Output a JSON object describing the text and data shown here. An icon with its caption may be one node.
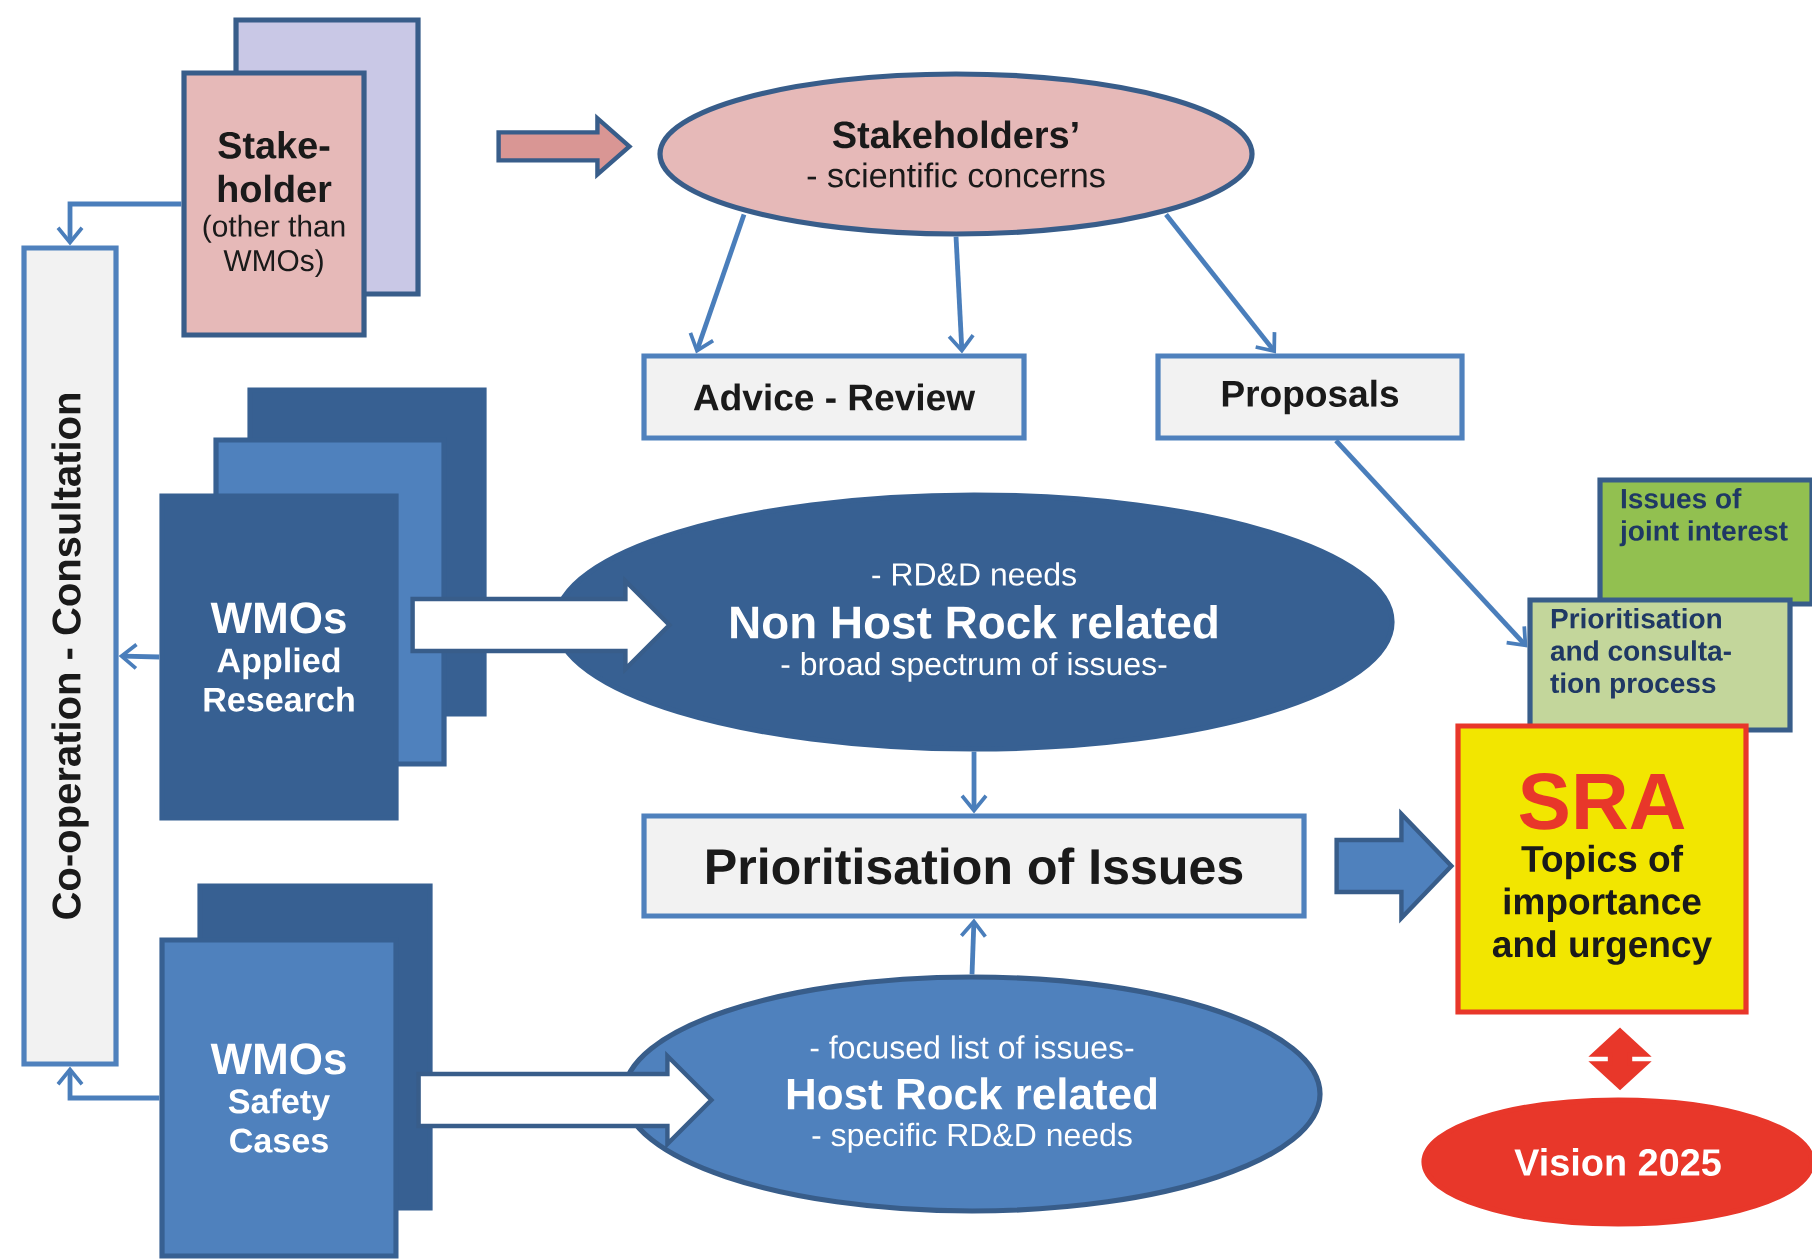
{
  "diagram": {
    "nodes": [
      {
        "text": [
          "Stake- holder",
          "(other than WMOs)"
        ]
      },
      {
        "text": [
          "Stakeholders’",
          "- scientific concerns"
        ]
      },
      {
        "text": [
          "Advice - Review"
        ]
      },
      {
        "text": [
          "Proposals"
        ]
      },
      {
        "text": [
          "Co-operation - Consultation"
        ]
      },
      {
        "text": [
          "WMOs",
          "Applied Research"
        ]
      },
      {
        "text": [
          "- RD&D needs",
          "Non Host Rock related",
          "- broad spectrum of issues-"
        ]
      },
      {
        "text": [
          "Prioritisation of Issues"
        ]
      },
      {
        "text": [
          "WMOs",
          "Safety Cases"
        ]
      },
      {
        "text": [
          "- focused list of issues-",
          "Host Rock related",
          "- specific RD&D needs"
        ]
      },
      {
        "text": [
          "Issues of joint interest"
        ]
      },
      {
        "text": [
          "Prioritisation and consulta- tion process"
        ]
      },
      {
        "text": [
          "SRA",
          "Topics of importance and urgency"
        ]
      },
      {
        "text": [
          "Vision 2025"
        ]
      }
    ],
    "edges": [
      {
        "from": 0,
        "to": 1,
        "arrow": "to",
        "style": "thick",
        "color": "#d99694"
      },
      {
        "from": 0,
        "to": 4,
        "arrow": "to"
      },
      {
        "from": 1,
        "to": 2,
        "arrow": "to"
      },
      {
        "from": 1,
        "to": 2,
        "arrow": "to"
      },
      {
        "from": 1,
        "to": 3,
        "arrow": "to"
      },
      {
        "from": 3,
        "to": 11,
        "arrow": "to"
      },
      {
        "from": 5,
        "to": 4,
        "arrow": "to"
      },
      {
        "from": 5,
        "to": 6,
        "arrow": "to",
        "style": "thick",
        "color": "#ffffff"
      },
      {
        "from": 8,
        "to": 4,
        "arrow": "to"
      },
      {
        "from": 8,
        "to": 9,
        "arrow": "to",
        "style": "thick",
        "color": "#ffffff"
      },
      {
        "from": 6,
        "to": 7,
        "arrow": "to"
      },
      {
        "from": 9,
        "to": 7,
        "arrow": "to"
      },
      {
        "from": 7,
        "to": 12,
        "arrow": "to",
        "style": "thick",
        "color": "#4f81bd"
      },
      {
        "from": 12,
        "to": 13,
        "arrow": "both",
        "style": "thick",
        "color": "#e8372a"
      }
    ]
  }
}
